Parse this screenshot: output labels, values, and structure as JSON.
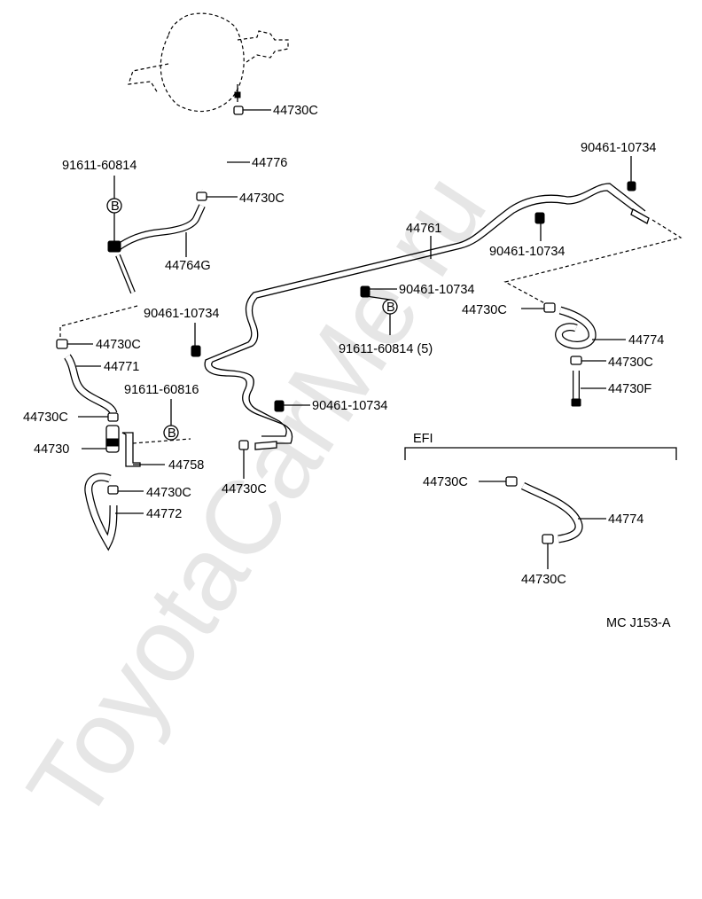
{
  "watermark": "ToyotaCarMe.ru",
  "diagram_code": "MC J153-A",
  "efi_label": "EFI",
  "b_symbol": "B",
  "labels": {
    "p44730c_top": "44730C",
    "p44776": "44776",
    "p91611_60814_a": "91611-60814",
    "p44730c_2": "44730C",
    "p44764g": "44764G",
    "p90461_10734_tr": "90461-10734",
    "p44761": "44761",
    "p90461_10734_mid": "90461-10734",
    "p90461_10734_c": "90461-10734",
    "p44730c_r": "44730C",
    "p91611_60814_5": "91611-60814 (5)",
    "p90461_10734_l": "90461-10734",
    "p44730c_l1": "44730C",
    "p44771": "44771",
    "p91611_60816": "91611-60816",
    "p44730c_l2": "44730C",
    "p44730": "44730",
    "p44758": "44758",
    "p44730c_l3": "44730C",
    "p44772": "44772",
    "p90461_10734_bm": "90461-10734",
    "p44730c_bm": "44730C",
    "p44774_r": "44774",
    "p44730c_r2": "44730C",
    "p44730f": "44730F",
    "p44730c_efi1": "44730C",
    "p44774_efi": "44774",
    "p44730c_efi2": "44730C"
  }
}
